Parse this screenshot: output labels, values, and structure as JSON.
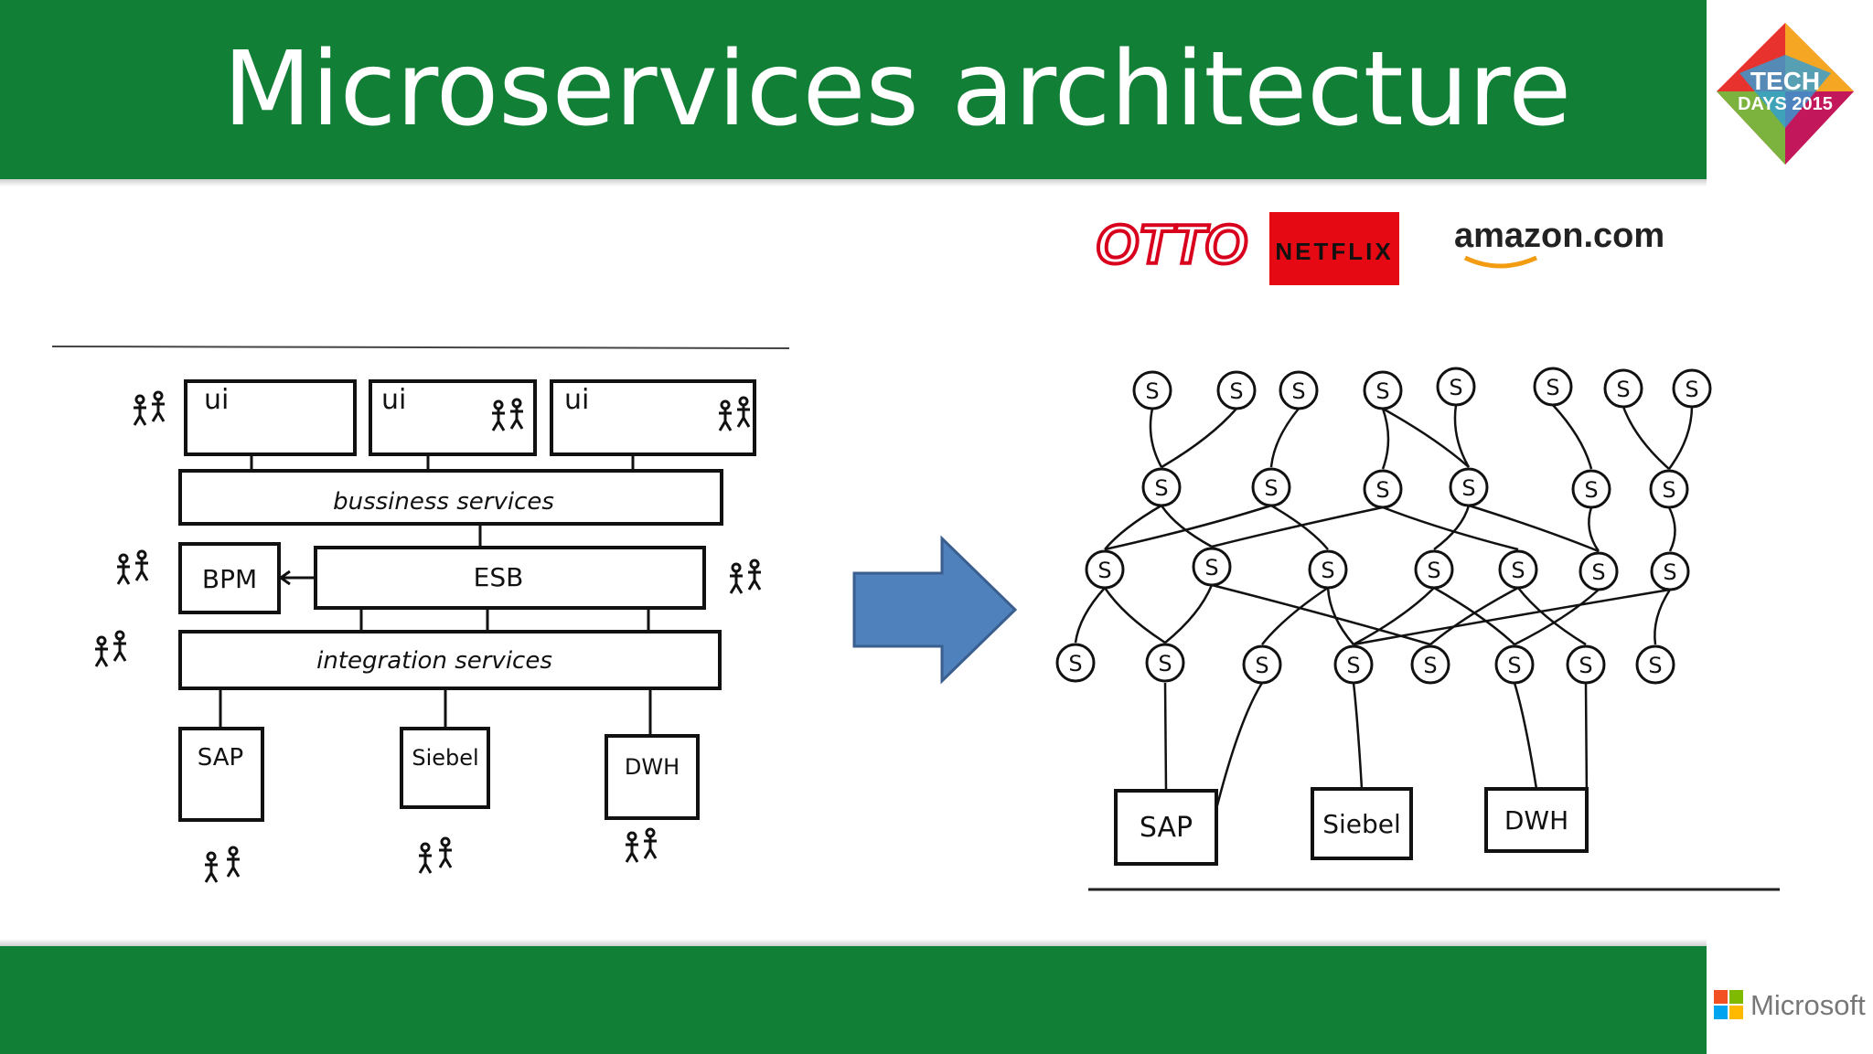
{
  "slide": {
    "title": "Microservices architecture",
    "event_logo_text": "TECH DAYS 2015",
    "footer_brand": "Microsoft"
  },
  "brands": {
    "otto": "OTTO",
    "netflix": "NETFLIX",
    "amazon": "amazon.com"
  },
  "monolith": {
    "ui_boxes": [
      "ui",
      "ui",
      "ui"
    ],
    "business_services": "bussiness services",
    "bpm": "BPM",
    "esb": "ESB",
    "integration_services": "integration services",
    "backends": [
      "SAP",
      "Siebel",
      "DWH"
    ]
  },
  "microservices": {
    "service_label": "S",
    "backends": [
      "SAP",
      "Siebel",
      "DWH"
    ]
  },
  "colors": {
    "green": "#117f36",
    "arrow": "#4f81bd",
    "netflix_red": "#e50914",
    "otto_red": "#d9001d"
  }
}
